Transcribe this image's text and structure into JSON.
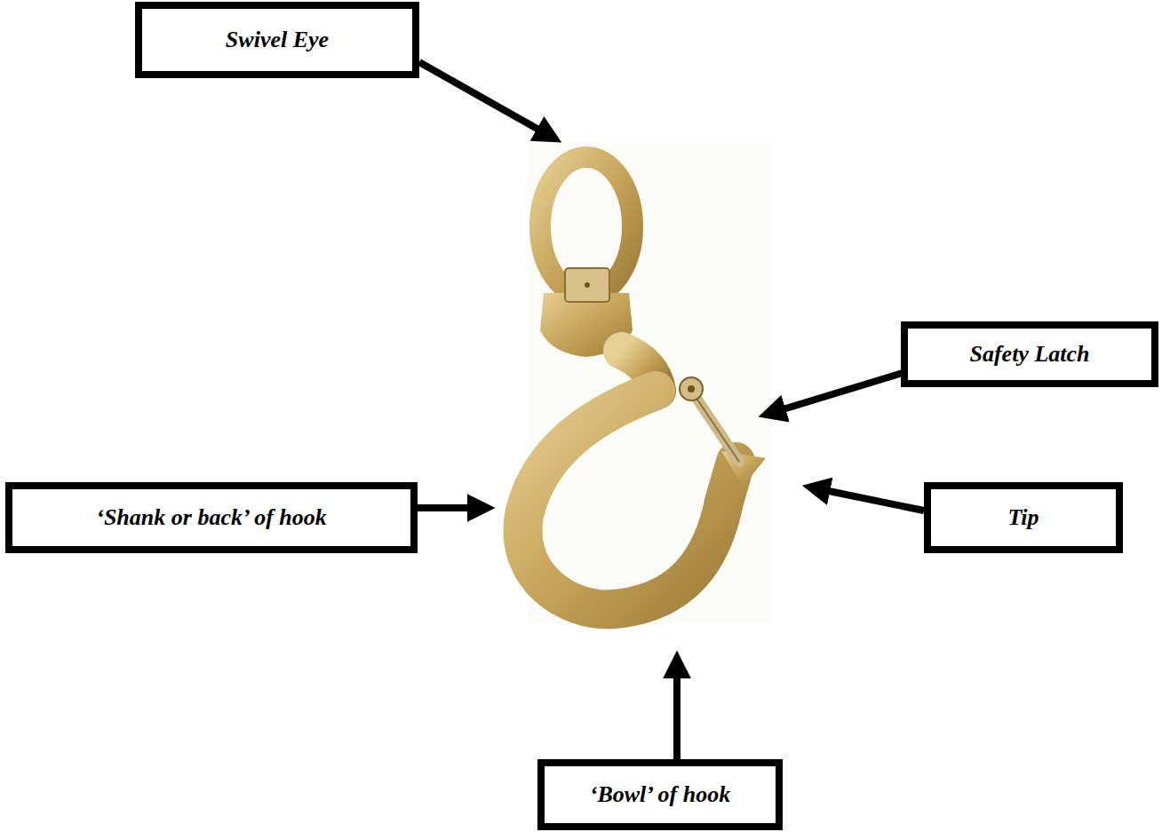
{
  "diagram": {
    "nodes": [
      {
        "text": [
          "Swivel Eye"
        ]
      },
      {
        "text": [
          "Safety Latch"
        ]
      },
      {
        "text": [
          "‘Shank or back’ of hook"
        ]
      },
      {
        "text": [
          "Tip"
        ]
      },
      {
        "text": [
          "‘Bowl’ of hook"
        ]
      }
    ]
  }
}
